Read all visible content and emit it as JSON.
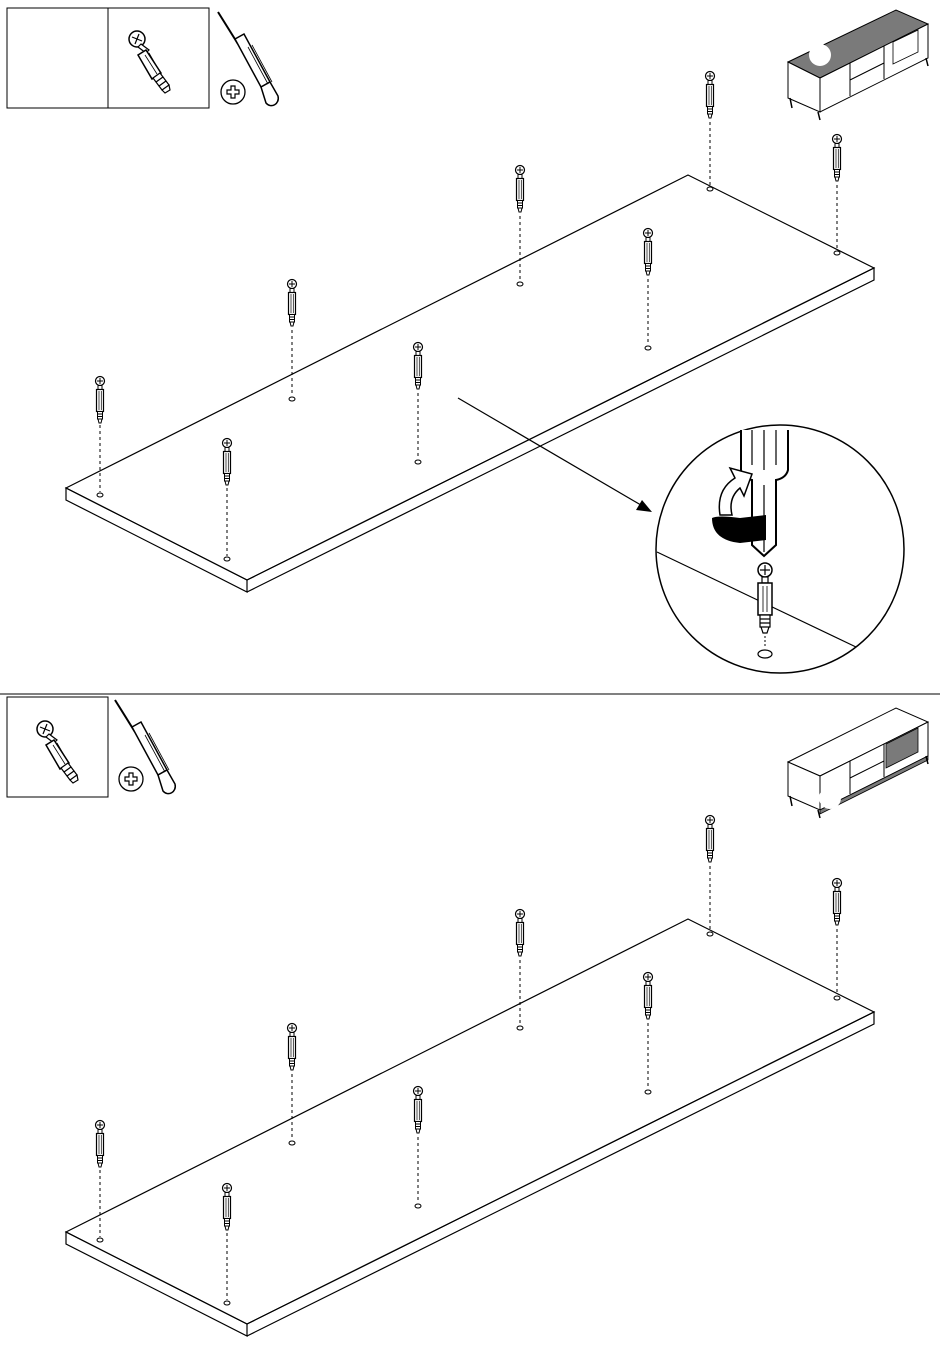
{
  "steps": [
    {
      "step_number": "",
      "part_icon": "cam-dowel-icon",
      "tool_icon": "phillips-screwdriver-icon",
      "dowel_count": 8,
      "has_detail_callout": true,
      "product_highlight": "top-panel"
    },
    {
      "step_number": "",
      "part_icon": "cam-dowel-icon",
      "tool_icon": "phillips-screwdriver-icon",
      "dowel_count": 8,
      "has_detail_callout": false,
      "product_highlight": "bottom-panel"
    }
  ],
  "colors": {
    "line": "#000000",
    "highlight": "#7a7a7a",
    "paper": "#ffffff"
  }
}
